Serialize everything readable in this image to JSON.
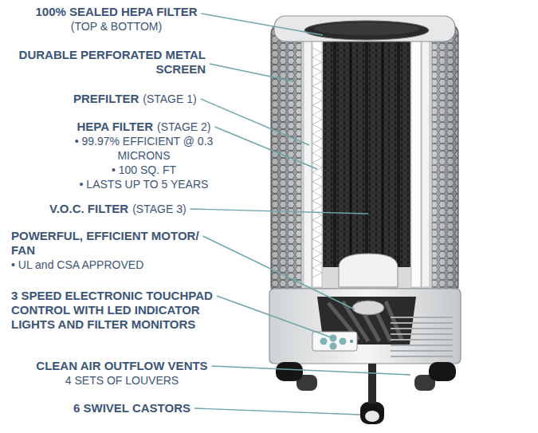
{
  "diagram": {
    "labels": [
      "100% SEALED HEPA FILTER",
      "(TOP & BOTTOM)",
      "DURABLE PERFORATED METAL SCREEN",
      "PREFILTER",
      "(STAGE 1)",
      "HEPA FILTER",
      "(STAGE 2)",
      "• 99.97% EFFICIENT @ 0.3 MICRONS",
      "• 100 SQ. FT",
      "• LASTS UP TO 5 YEARS",
      "V.O.C. FILTER",
      "(STAGE 3)",
      "POWERFUL, EFFICIENT MOTOR/ FAN",
      "• UL and CSA APPROVED",
      "3 SPEED ELECTRONIC TOUCHPAD CONTROL WITH LED INDICATOR LIGHTS AND FILTER MONITORS",
      "CLEAN AIR OUTFLOW VENTS",
      "4 SETS OF LOUVERS",
      "6 SWIVEL CASTORS"
    ]
  }
}
